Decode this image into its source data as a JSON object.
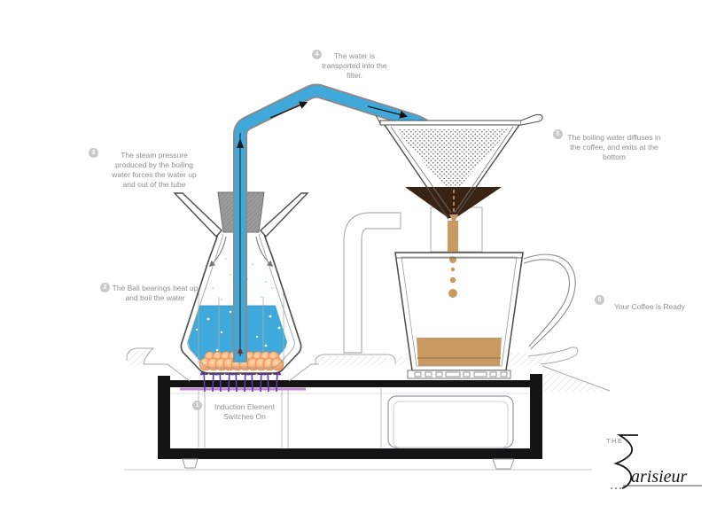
{
  "steps": [
    {
      "number": "1",
      "text": "Induction Element Switches On"
    },
    {
      "number": "2",
      "text": "The Ball bearings heat up and boil the water"
    },
    {
      "number": "3",
      "text": "The steam pressure produced by the boiling water forces the water up and out of the tube"
    },
    {
      "number": "4",
      "text": "The water is transported into the filter."
    },
    {
      "number": "5",
      "text": "The boiling water diffuses in the coffee, and exits at the bottom"
    },
    {
      "number": "6",
      "text": "Your Coffee is Ready"
    }
  ],
  "logo": {
    "the": "THE",
    "name": "arisieur"
  },
  "colors": {
    "water": "#3fa9dc",
    "coffee-dark": "#3a2312",
    "coffee-light": "#c89a62",
    "bearing": "#f2a064",
    "induction": "#bf8ad2",
    "arrow-purple": "#5b3aa0",
    "text-gray": "#8f8f8f",
    "badge": "#c9c9c9",
    "ink": "#4a4a4a"
  }
}
